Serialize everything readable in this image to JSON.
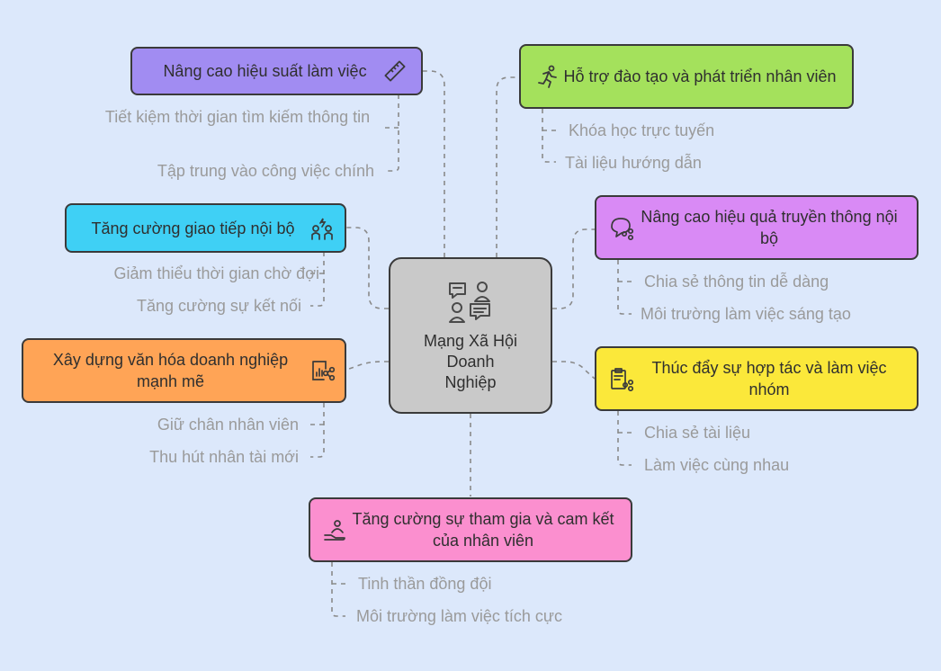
{
  "center": {
    "label_lines": [
      "Mạng Xã Hội",
      "Doanh",
      "Nghiệp"
    ],
    "icon": "social-network-icon"
  },
  "branches": [
    {
      "id": "hieu-suat",
      "title": "Nâng cao hiệu suất làm việc",
      "color": "#a18cf2",
      "icon": "ruler-icon",
      "leaves": [
        "Tiết kiệm thời gian tìm kiếm thông tin",
        "Tập trung vào công việc chính"
      ]
    },
    {
      "id": "giao-tiep",
      "title": "Tăng cường giao tiếp nội bộ",
      "color": "#3fd0f5",
      "icon": "people-spark-icon",
      "leaves": [
        "Giảm thiểu thời gian chờ đợi",
        "Tăng cường sự kết nối"
      ]
    },
    {
      "id": "van-hoa",
      "title": "Xây dựng văn hóa doanh nghiệp mạnh mẽ",
      "color": "#ffa456",
      "icon": "chart-share-icon",
      "leaves": [
        "Giữ chân nhân viên",
        "Thu hút nhân tài mới"
      ]
    },
    {
      "id": "dao-tao",
      "title": "Hỗ trợ đào tạo và phát triển nhân viên",
      "color": "#a4e15c",
      "icon": "runner-icon",
      "leaves": [
        "Khóa học trực tuyến",
        "Tài liệu hướng dẫn"
      ]
    },
    {
      "id": "truyen-thong",
      "title": "Nâng cao hiệu quả truyền thông nội bộ",
      "color": "#d98af5",
      "icon": "chat-share-icon",
      "leaves": [
        "Chia sẻ thông tin dễ dàng",
        "Môi trường làm việc sáng tạo"
      ]
    },
    {
      "id": "hop-tac",
      "title": "Thúc đẩy sự hợp tác và làm việc nhóm",
      "color": "#fbe83a",
      "icon": "clipboard-share-icon",
      "leaves": [
        "Chia sẻ tài liệu",
        "Làm việc cùng nhau"
      ]
    },
    {
      "id": "tham-gia",
      "title": "Tăng cường sự tham gia và cam kết của nhân viên",
      "color": "#fb8fcf",
      "icon": "hand-person-icon",
      "leaves": [
        "Tinh thần đồng đội",
        "Môi trường làm việc tích cực"
      ]
    }
  ]
}
